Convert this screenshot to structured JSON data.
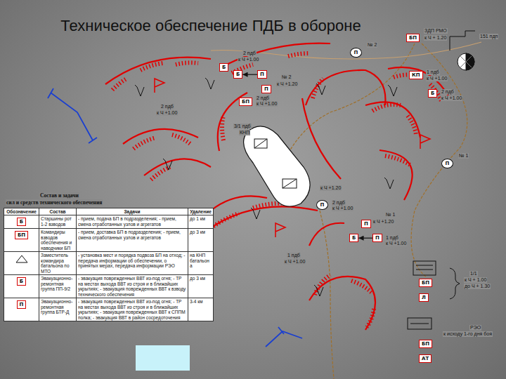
{
  "diagram": {
    "title": "Техническое обеспечение ПДБ в обороне",
    "nodes": [
      {
        "text": [
          "БП"
        ]
      },
      {
        "text": [
          "П"
        ]
      },
      {
        "text": [
          "Б"
        ]
      },
      {
        "text": [
          "Б"
        ]
      },
      {
        "text": [
          "П"
        ]
      },
      {
        "text": [
          "П"
        ]
      },
      {
        "text": [
          "БП"
        ]
      },
      {
        "text": [
          "КП"
        ]
      },
      {
        "text": [
          "Б"
        ]
      },
      {
        "text": [
          "П"
        ]
      },
      {
        "text": [
          "П"
        ]
      },
      {
        "text": [
          "П"
        ]
      },
      {
        "text": [
          "Б"
        ]
      },
      {
        "text": [
          "П"
        ]
      },
      {
        "text": [
          "БП"
        ]
      },
      {
        "text": [
          "Л"
        ]
      },
      {
        "text": [
          "БП"
        ]
      },
      {
        "text": [
          "АТ"
        ]
      },
      {
        "text": [
          "Б"
        ]
      },
      {
        "text": [
          "БП"
        ]
      },
      {
        "text": [
          "Б"
        ]
      },
      {
        "text": [
          "П"
        ]
      }
    ],
    "edges": [
      {
        "from": 4,
        "to": 3,
        "arrow": "to"
      },
      {
        "from": 13,
        "to": 12,
        "arrow": "to"
      }
    ],
    "labels": [
      "ЗДП РМО",
      "к Ч + 1.20",
      "151 пдп",
      "№ 2",
      "2 пдб",
      "к Ч +1.00",
      "№ 2",
      "к Ч +1.20",
      "2 пдб",
      "к Ч +1.00",
      "2 пдб",
      "к Ч +1.00",
      "3/1 пдб",
      "КНП",
      "1 пдб",
      "к Ч +1.00",
      "2 пдб",
      "к Ч +1.00",
      "№ 1",
      "к Ч +1.20",
      "2 пдб",
      "к Ч +1.00",
      "№ 1",
      "к Ч +1.20",
      "1 пдб",
      "к Ч +1.00",
      "1 пдб",
      "к Ч +1.00",
      "1/1",
      "к Ч + 1.00",
      "до Ч + 1.30",
      "РЭО",
      "к исходу 1-го дня боя",
      "Состав и задачи",
      "сил и средств технического обеспечения",
      "Обозначение",
      "Состав",
      "Задачи",
      "Удаление",
      "Старшины рот 1-2 взводов",
      "- прием, подача БП в подразделения; - прием, смена отработанных узлов и агрегатов",
      "до 1 км",
      "Командиры взводов обеспечения и наводчики БП",
      "- прием, доставка БП в подразделения; - прием, смена отработанных узлов и агрегатов",
      "до 3 км",
      "Заместитель командира батальона по МТО",
      "- установка мест и порядка подвоза БП на отход; - передача информации об обеспечении, о принятых мерах, передача информации РЭО",
      "на КНП батальона",
      "Эвакуационно-ремонтная группа ПП-9/2",
      "- эвакуация поврежденных ВВТ из-под огня; - ТР на местах выхода ВВТ из строя и в ближайших укрытиях; - эвакуация поврежденных ВВТ к взводу технического обеспечения",
      "до 3 км",
      "Эвакуационно-ремонтная группа БТР-Д",
      "- эвакуация поврежденных ВВТ из-под огня; - ТР на местах выхода ВВТ из строя и в ближайших укрытиях; - эвакуация поврежденных ВВТ к СППМ полка; - эвакуация ВВТ в район сосредоточения",
      "3-4 км"
    ]
  }
}
